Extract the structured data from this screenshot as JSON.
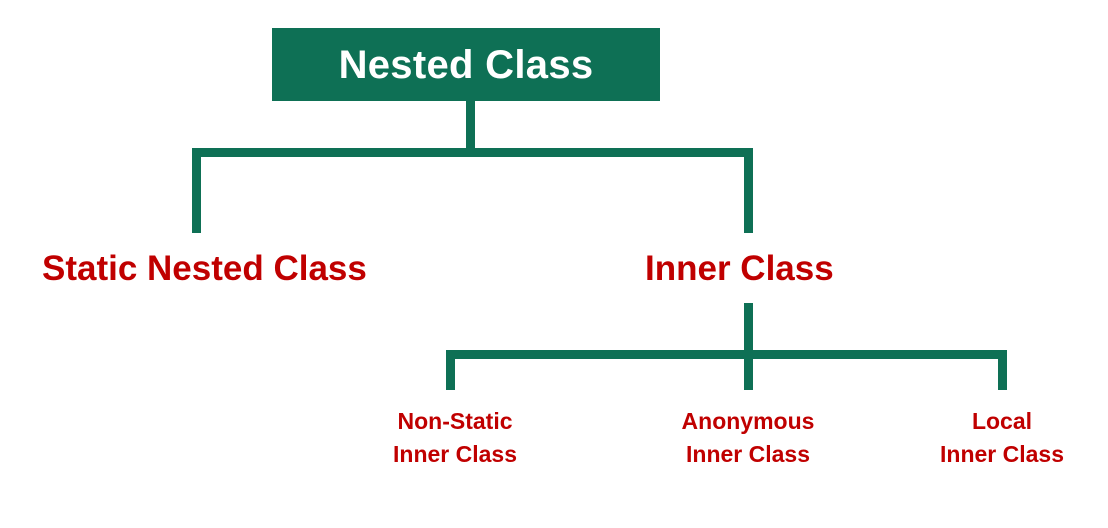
{
  "diagram": {
    "title": "Nested Class",
    "type": "hierarchy-tree",
    "colors": {
      "node_fill": "#0E7055",
      "node_text": "#FFFFFF",
      "connector": "#0E7055",
      "label_text": "#C00000",
      "background": "#FFFFFF"
    },
    "root": {
      "label": "Nested Class"
    },
    "level2": [
      {
        "label": "Static Nested Class"
      },
      {
        "label": "Inner Class"
      }
    ],
    "level3": [
      {
        "line1": "Non-Static",
        "line2": "Inner Class"
      },
      {
        "line1": "Anonymous",
        "line2": "Inner Class"
      },
      {
        "line1": "Local",
        "line2": "Inner Class"
      }
    ]
  }
}
